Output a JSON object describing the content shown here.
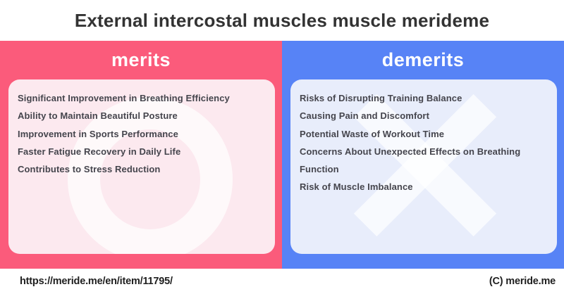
{
  "title": "External intercostal muscles muscle merideme",
  "panels": {
    "merits": {
      "header": "merits",
      "accent_color": "#FB5B7B",
      "body_color": "#FCE9EF",
      "watermark_icon": "circle-o-icon",
      "items": [
        "Significant Improvement in Breathing Efficiency",
        "Ability to Maintain Beautiful Posture",
        "Improvement in Sports Performance",
        "Faster Fatigue Recovery in Daily Life",
        "Contributes to Stress Reduction"
      ]
    },
    "demerits": {
      "header": "demerits",
      "accent_color": "#5783F6",
      "body_color": "#E8EDFB",
      "watermark_icon": "cross-x-icon",
      "items": [
        "Risks of Disrupting Training Balance",
        "Causing Pain and Discomfort",
        "Potential Waste of Workout Time",
        "Concerns About Unexpected Effects on Breathing Function",
        "Risk of Muscle Imbalance"
      ]
    }
  },
  "footer": {
    "url": "https://meride.me/en/item/11795/",
    "copyright": "(C) meride.me"
  }
}
